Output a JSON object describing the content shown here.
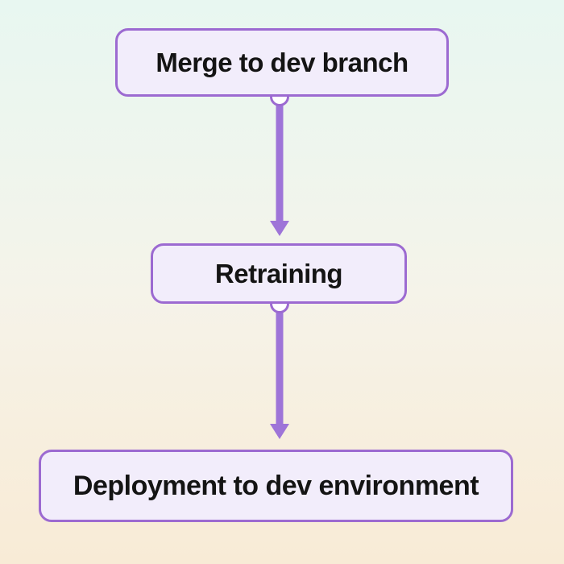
{
  "diagram": {
    "type": "flowchart",
    "direction": "top-to-bottom",
    "nodes": [
      {
        "id": "merge",
        "label": "Merge to dev branch"
      },
      {
        "id": "retraining",
        "label": "Retraining"
      },
      {
        "id": "deployment",
        "label": "Deployment to dev environment"
      }
    ],
    "edges": [
      {
        "from": "merge",
        "to": "retraining",
        "style": "arrow-with-origin-dot"
      },
      {
        "from": "retraining",
        "to": "deployment",
        "style": "arrow-with-origin-dot"
      }
    ],
    "colors": {
      "node_fill": "#f2edfb",
      "node_border": "#9c6ad1",
      "node_text": "#141414",
      "arrow": "#9e74d8",
      "connector_dot_fill": "#ffffff",
      "connector_dot_border": "#9c6ad1",
      "background_top": "#e8f7f1",
      "background_middle": "#f5f3e9",
      "background_bottom": "#f8ebd6"
    }
  }
}
